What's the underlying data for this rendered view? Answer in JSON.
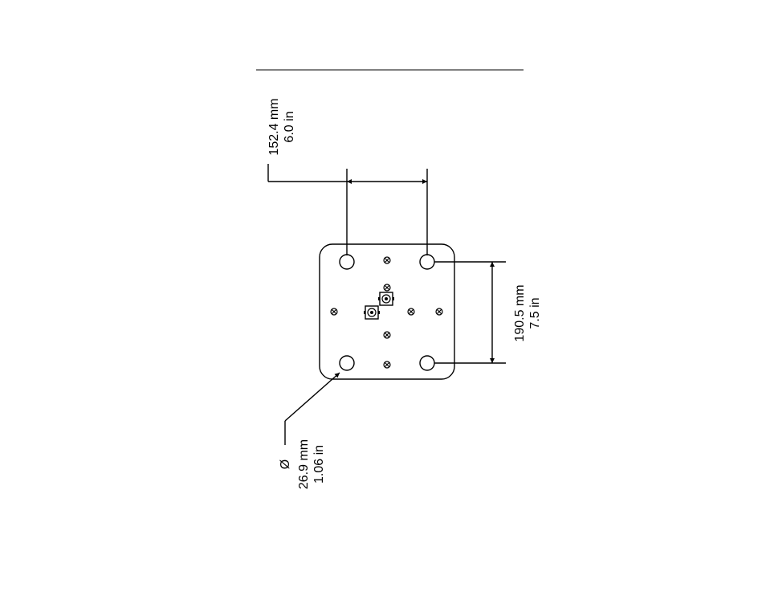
{
  "drawing": {
    "colors": {
      "ink": "#000000",
      "background": "#ffffff"
    },
    "dimension_width": {
      "metric": "152.4 mm",
      "imperial": "6.0 in"
    },
    "dimension_height": {
      "metric": "190.5 mm",
      "imperial": "7.5 in"
    },
    "dimension_hole": {
      "symbol": "Ø",
      "metric": "26.9 mm",
      "imperial": "1.06 in"
    }
  }
}
